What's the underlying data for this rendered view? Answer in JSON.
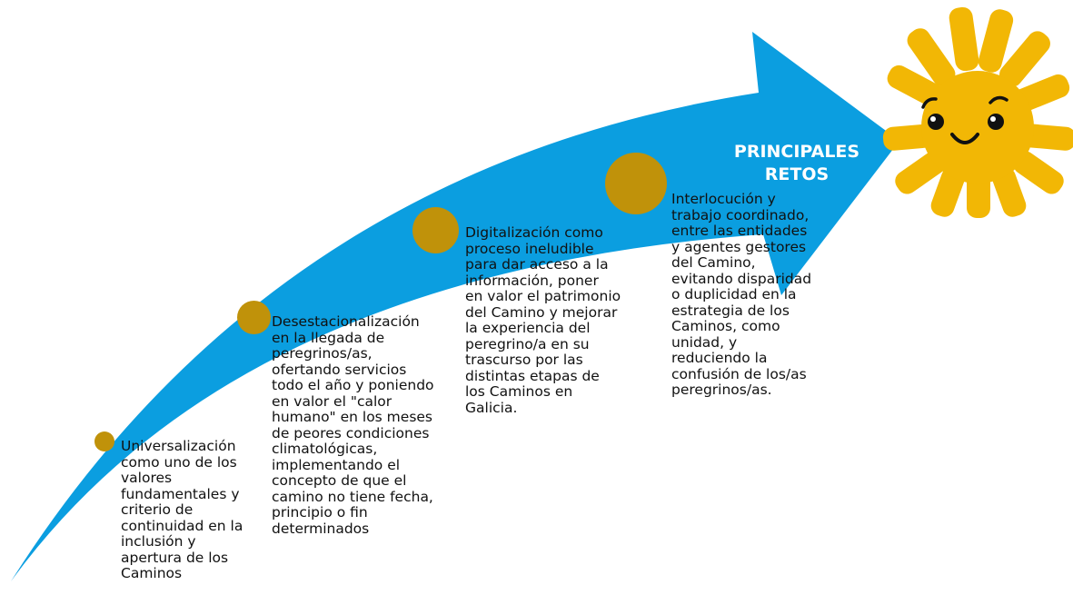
{
  "title": {
    "line1": "PRINCIPALES",
    "line2": "RETOS"
  },
  "steps": [
    "Universalización\ncomo uno de los\nvalores\nfundamentales y\ncriterio de\ncontinuidad en la\ninclusión y\napertura de los\nCaminos",
    "Desestacionalización\nen la llegada de\nperegrinos/as,\nofertando servicios\ntodo el año y poniendo\nen valor el \"calor\nhumano\" en los meses\nde peores condiciones\nclimatológicas,\nimplementando el\nconcepto de que el\ncamino no tiene fecha,\nprincipio o fin\ndeterminados",
    "Digitalización como\nproceso ineludible\npara dar acceso a la\ninformación, poner\nen valor el patrimonio\ndel Camino y mejorar\nla experiencia del\nperegrino/a en su\ntrascurso por las\ndistintas etapas de\nlos Caminos en\nGalicia.",
    "Interlocución y\ntrabajo coordinado,\nentre las entidades\ny agentes gestores\ndel Camino,\nevitando disparidad\no duplicidad en la\nestrategia de los\nCaminos, como\nunidad, y\nreduciendo la\nconfusión de los/as\nperegrinos/as."
  ],
  "colors": {
    "arrow": "#0b9ee0",
    "dot": "#c0920a",
    "sun": "#f2b705",
    "title": "#ffffff",
    "text": "#111111"
  },
  "icons": {
    "sun": "smiling-scallop-sun-icon"
  }
}
